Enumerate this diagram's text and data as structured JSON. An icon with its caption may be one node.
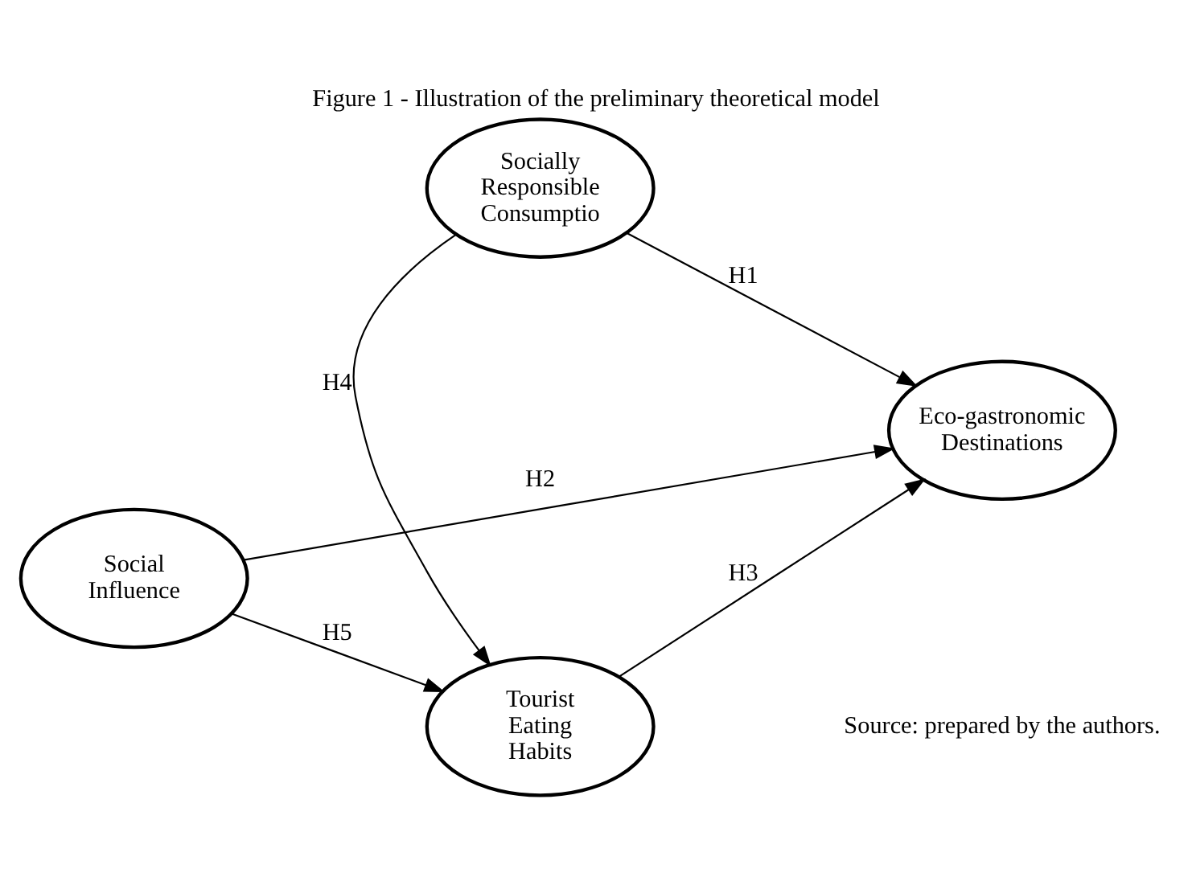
{
  "diagram": {
    "title": "Figure 1 - Illustration of the preliminary theoretical model",
    "caption": "Source: prepared by the authors.",
    "nodes": [
      {
        "text": [
          "Socially Responsible Consumptio"
        ]
      },
      {
        "text": [
          "Social Influence"
        ]
      },
      {
        "text": [
          "Eco-gastronomic Destinations"
        ]
      },
      {
        "text": [
          "Tourist Eating Habits"
        ]
      }
    ],
    "edges": [
      {
        "from": 0,
        "to": 2,
        "arrow": "to",
        "label": "H1"
      },
      {
        "from": 1,
        "to": 2,
        "arrow": "to",
        "label": "H2"
      },
      {
        "from": 3,
        "to": 2,
        "arrow": "to",
        "label": "H3"
      },
      {
        "from": 0,
        "to": 3,
        "arrow": "to",
        "label": "H4"
      },
      {
        "from": 1,
        "to": 3,
        "arrow": "to",
        "label": "H5"
      }
    ]
  }
}
